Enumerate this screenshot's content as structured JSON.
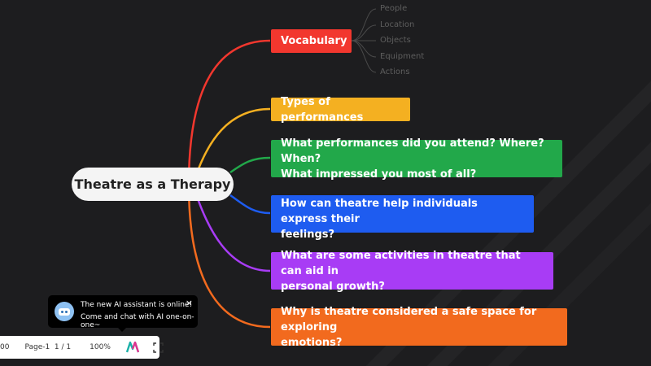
{
  "root": {
    "label": "Theatre as a Therapy"
  },
  "branches": [
    {
      "label": "Vocabulary",
      "color": "#f2372e"
    },
    {
      "label": "Types of performances",
      "color": "#f4b021"
    },
    {
      "label": "What performances did you attend? Where? When?\nWhat impressed you most of all?",
      "color": "#22a84a"
    },
    {
      "label": "How can theatre help individuals express their\nfeelings?",
      "color": "#1e5cf0"
    },
    {
      "label": "What are some activities in theatre that can aid in\npersonal growth?",
      "color": "#a83cf5"
    },
    {
      "label": "Why is theatre considered a safe space for exploring\nemotions?",
      "color": "#f26a1e"
    }
  ],
  "vocabulary_children": [
    "People",
    "Location",
    "Objects",
    "Equipment",
    "Actions"
  ],
  "toast": {
    "line1": "The new AI assistant is online!",
    "line2": "Come and chat with AI one-on-one~",
    "close": "×"
  },
  "toolbar": {
    "left_value": "00",
    "page": "Page-1  1 / 1",
    "zoom": "100%",
    "ai_icon": "ai-logo-icon",
    "fullscreen_icon": "fullscreen-icon"
  }
}
